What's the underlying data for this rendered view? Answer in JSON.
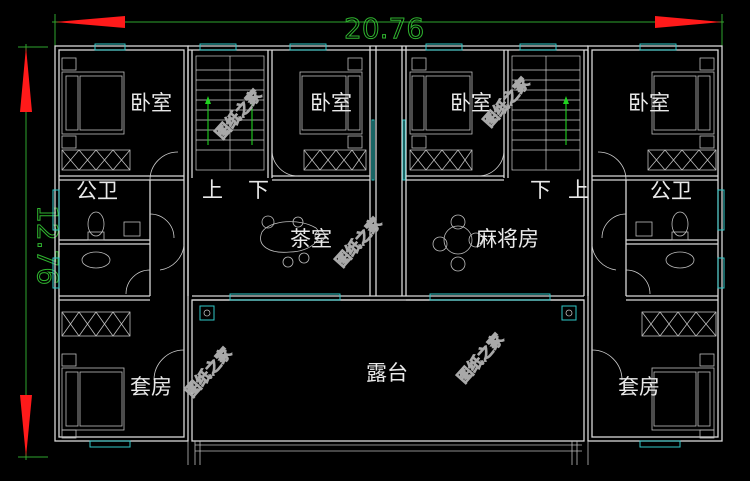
{
  "dimensions": {
    "width_label": "20.76",
    "height_label": "12.76"
  },
  "rooms": {
    "bedroom_1": "卧室",
    "bedroom_2": "卧室",
    "bedroom_3": "卧室",
    "bedroom_4": "卧室",
    "bathroom_left": "公卫",
    "bathroom_right": "公卫",
    "tea_room": "茶室",
    "mahjong_room": "麻将房",
    "suite_left": "套房",
    "suite_right": "套房",
    "terrace": "露台"
  },
  "stairs": {
    "left_up": "上",
    "left_down": "下",
    "right_up": "上",
    "right_down": "下"
  },
  "watermark": {
    "text": "图纸之家"
  },
  "colors": {
    "background": "#000000",
    "wall": "#d8d8d8",
    "window": "#2fc7c7",
    "dimension": "#2ea52e",
    "arrow": "#ff1a1a"
  }
}
